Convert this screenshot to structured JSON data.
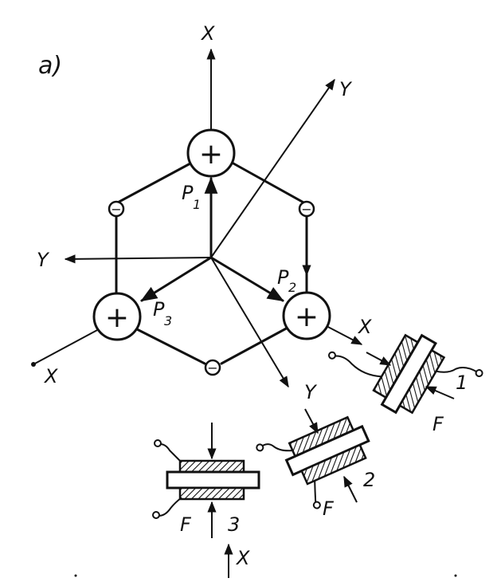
{
  "panel_label": "a)",
  "axes": {
    "x_top": "X",
    "x_left": "X",
    "x_right": "X",
    "x_bottom": "X",
    "y_top": "Y",
    "y_left": "Y",
    "y_bottom": "Y"
  },
  "charges": {
    "positive": "+",
    "negative": "−"
  },
  "polarization": {
    "p1": "P",
    "p1_sub": "1",
    "p2": "P",
    "p2_sub": "2",
    "p3": "P",
    "p3_sub": "3"
  },
  "elements": {
    "e1_number": "1",
    "e1_force": "F",
    "e2_number": "2",
    "e2_force": "F",
    "e3_number": "3",
    "e3_force": "F"
  }
}
